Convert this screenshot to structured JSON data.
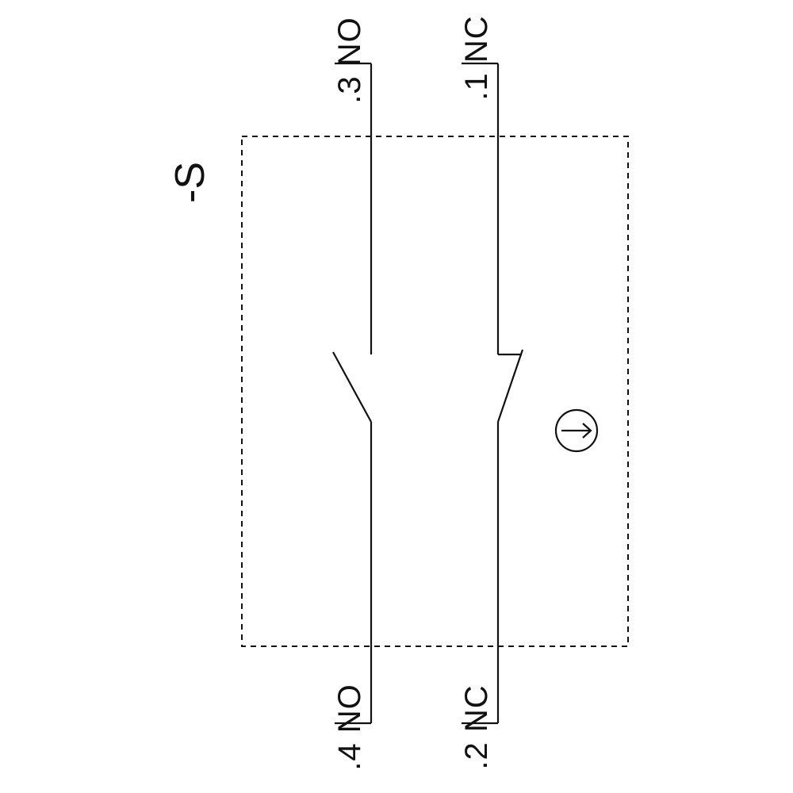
{
  "diagram": {
    "title": "contact-block-circuit-diagram",
    "designator": "-S",
    "terminals": {
      "top_left": ".3 NO",
      "top_right": ".1 NC",
      "bottom_left": ".4 NO",
      "bottom_right": ".2 NC"
    },
    "icons": {
      "actuator": "arrow-right-in-circle"
    },
    "colors": {
      "line": "#111111",
      "background": "#ffffff"
    }
  }
}
